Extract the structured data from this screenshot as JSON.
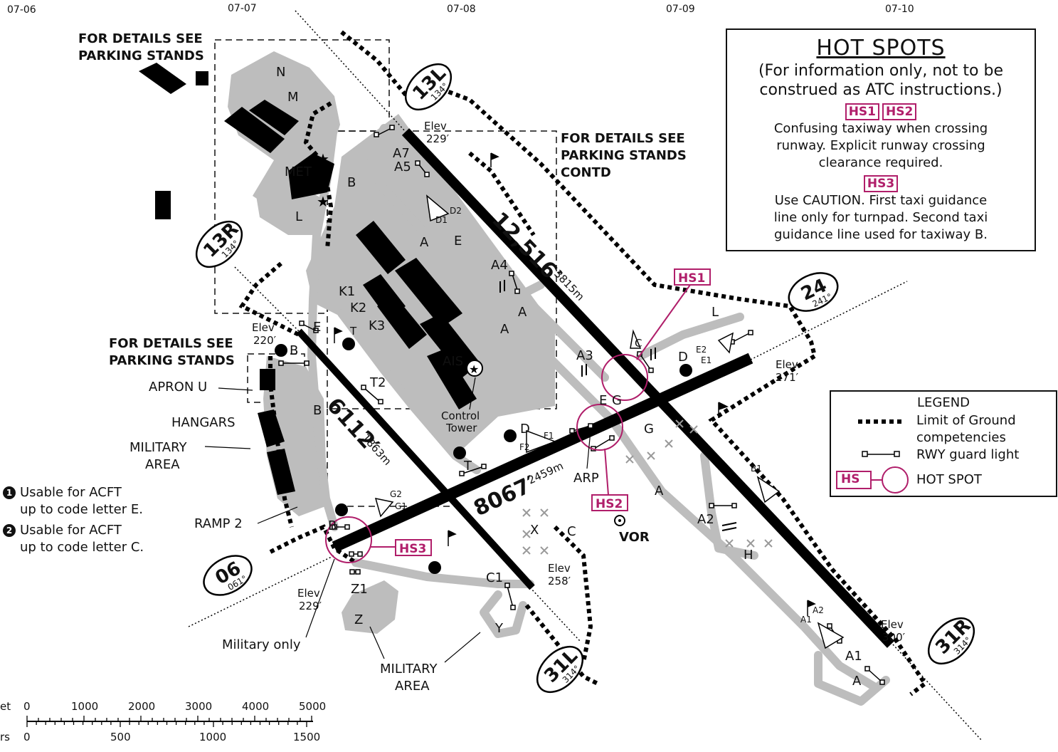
{
  "grid_labels": [
    "07-06",
    "07-07",
    "07-08",
    "07-09",
    "07-10"
  ],
  "runways": [
    {
      "id": "13L",
      "heading": "134°"
    },
    {
      "id": "13R",
      "heading": "134°"
    },
    {
      "id": "31L",
      "heading": "314°"
    },
    {
      "id": "31R",
      "heading": "314°"
    },
    {
      "id": "06",
      "heading": "061°"
    },
    {
      "id": "24",
      "heading": "241°"
    }
  ],
  "runway_lengths": {
    "r13l": {
      "ft": "12,516′",
      "m": "3815m"
    },
    "r13r": {
      "ft": "6112′",
      "m": "1863m"
    },
    "r06": {
      "ft": "8067′",
      "m": "2459m"
    }
  },
  "elevations": {
    "e1": [
      "Elev",
      "229′"
    ],
    "e2": [
      "Elev",
      "220′"
    ],
    "e3": [
      "Elev",
      "271′"
    ],
    "e4": [
      "Elev",
      "258′"
    ],
    "e5": [
      "Elev",
      "229′"
    ],
    "e6": [
      "Elev",
      "300′"
    ]
  },
  "details_notes": {
    "d1": [
      "FOR DETAILS SEE",
      "PARKING STANDS"
    ],
    "d2": [
      "FOR DETAILS SEE",
      "PARKING STANDS",
      "CONTD"
    ],
    "d3": [
      "FOR DETAILS SEE",
      "PARKING STANDS"
    ]
  },
  "area_labels": {
    "met": "MET",
    "apron_u": "APRON U",
    "hangars": "HANGARS",
    "military_area_1": [
      "MILITARY",
      "AREA"
    ],
    "military_area_2": [
      "MILITARY",
      "AREA"
    ],
    "ramp2": "RAMP 2",
    "military_only": "Military only",
    "control_tower": [
      "Control",
      "Tower"
    ],
    "ais": "AIS",
    "arp": "ARP",
    "vor": "VOR"
  },
  "taxiways": [
    "N",
    "M",
    "L",
    "B",
    "A7",
    "A5",
    "D2",
    "D1",
    "A",
    "E",
    "A4",
    "K1",
    "K2",
    "K3",
    "T",
    "T2",
    "A3",
    "E",
    "G",
    "G",
    "B1",
    "A2",
    "H",
    "A",
    "C",
    "X",
    "C1",
    "Y",
    "Z",
    "Z1",
    "G2",
    "G1",
    "D",
    "F1",
    "F2",
    "T",
    "A1",
    "A2",
    "A1",
    "A",
    "D",
    "E2",
    "E1",
    "L",
    "C",
    "B",
    "B",
    "B",
    "E",
    "A",
    "A"
  ],
  "hotspot_markers": [
    "HS1",
    "HS2",
    "HS3"
  ],
  "hotspots_box": {
    "title": "HOT SPOTS",
    "subtitle": [
      "(For information only, not to be",
      "construed as ATC instructions.)"
    ],
    "tag1": "HS1",
    "tag2": "HS2",
    "text1": [
      "Confusing taxiway when crossing",
      "runway. Explicit runway crossing",
      "clearance required."
    ],
    "tag3": "HS3",
    "text3": [
      "Use CAUTION. First taxi guidance",
      "line only for turnpad. Second taxi",
      "guidance line used for taxiway B."
    ]
  },
  "legend": {
    "title": "LEGEND",
    "limit": [
      "Limit of Ground",
      "competencies"
    ],
    "guard": "RWY guard light",
    "hs_tag": "HS",
    "hotspot": "HOT SPOT"
  },
  "usage_notes": {
    "n1_badge": "1",
    "n1": [
      "Usable for ACFT",
      "up to code letter E."
    ],
    "n2_badge": "2",
    "n2": [
      "Usable for ACFT",
      "up to code letter C."
    ]
  },
  "scale": {
    "feet_label": "et",
    "meters_label": "rs",
    "feet_ticks": [
      "0",
      "1000",
      "2000",
      "3000",
      "4000",
      "5000"
    ],
    "meter_ticks": [
      "0",
      "500",
      "1000",
      "1500"
    ]
  },
  "colors": {
    "hotspot": "#b01e6a",
    "taxiway": "#bdbdbd",
    "runway": "#000000"
  }
}
